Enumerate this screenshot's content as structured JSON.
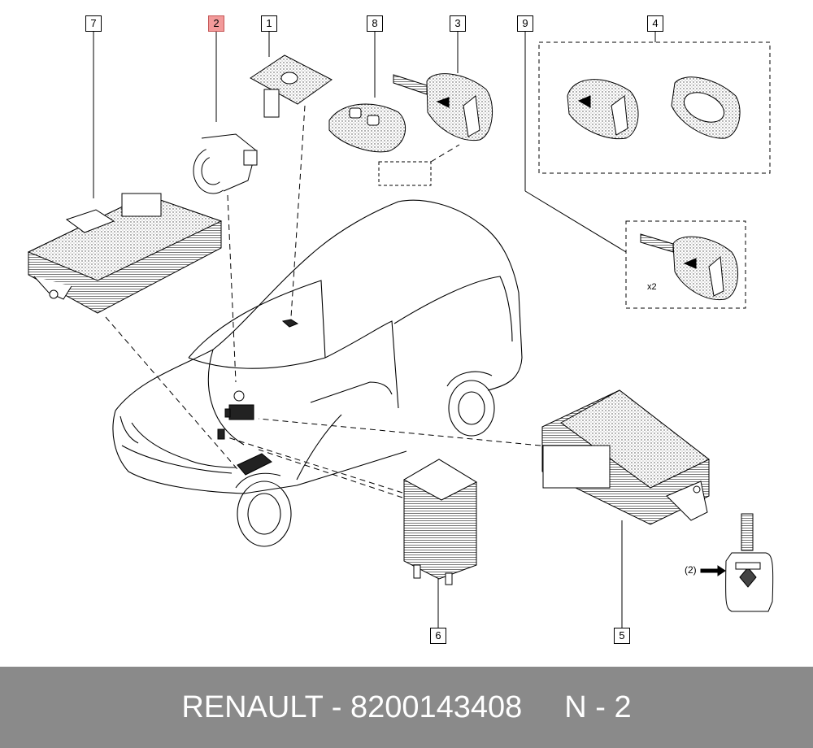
{
  "callouts": [
    {
      "id": "callout-7",
      "text": "7",
      "highlight": false
    },
    {
      "id": "callout-2",
      "text": "2",
      "highlight": true
    },
    {
      "id": "callout-1",
      "text": "1",
      "highlight": false
    },
    {
      "id": "callout-8",
      "text": "8",
      "highlight": false
    },
    {
      "id": "callout-3",
      "text": "3",
      "highlight": false
    },
    {
      "id": "callout-9",
      "text": "9",
      "highlight": false
    },
    {
      "id": "callout-4",
      "text": "4",
      "highlight": false
    },
    {
      "id": "callout-6",
      "text": "6",
      "highlight": false
    },
    {
      "id": "callout-5",
      "text": "5",
      "highlight": false
    }
  ],
  "labels": {
    "x2": "x2",
    "ref2": "(2)"
  },
  "footer": {
    "part": "RENAULT - 8200143408",
    "page": "N - 2"
  },
  "colors": {
    "highlight_fill": "#f29a9a",
    "highlight_border": "#c45555",
    "footer_bg": "#8a8a8a"
  }
}
